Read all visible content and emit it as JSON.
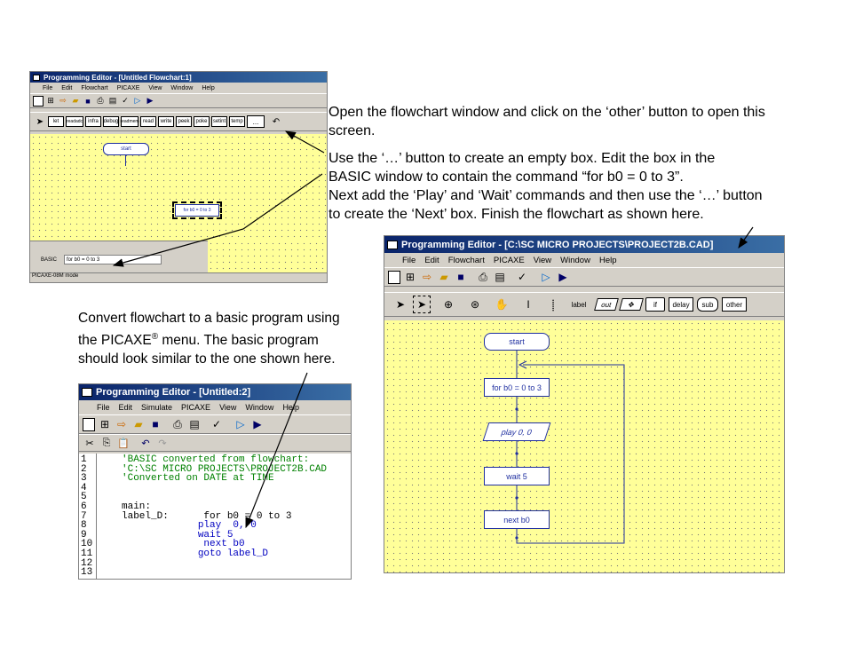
{
  "notes": {
    "open": "Open the flowchart window and click on the ‘other’ button to open this screen.",
    "use": "Use the ‘…’ button to create an empty box. Edit the box in the BASIC window to contain the command “for b0 = 0 to 3”.",
    "next": "Next add the ‘Play’ and ‘Wait’ commands and then use the ‘…’ button to create the ‘Next’ box. Finish the flowchart as shown here.",
    "convert_a": "Convert flowchart to a basic program using the PICAXE",
    "convert_reg": "®",
    "convert_b": " menu. The basic program should look similar to the one shown here."
  },
  "win1": {
    "title": "Programming Editor - [Untitled Flowchart:1]",
    "menu": [
      "File",
      "Edit",
      "Flowchart",
      "PICAXE",
      "View",
      "Window",
      "Help"
    ],
    "cmds": [
      "let",
      "readadc",
      "infra",
      "debug",
      "readmem",
      "read",
      "write",
      "peek",
      "poke",
      "setint",
      "temp",
      "..."
    ],
    "start": "start",
    "for_box": "for b0 = 0 to 3",
    "basic_label": "BASIC",
    "basic_value": "for b0 = 0 to 3",
    "status": "PICAXE-08M mode"
  },
  "win2": {
    "title": "Programming Editor - [C:\\SC MICRO PROJECTS\\PROJECT2B.CAD]",
    "menu": [
      "File",
      "Edit",
      "Flowchart",
      "PICAXE",
      "View",
      "Window",
      "Help"
    ],
    "cmds": [
      "label",
      "out",
      "if",
      "delay",
      "sub",
      "other"
    ],
    "boxes": [
      "start",
      "for b0 = 0 to 3",
      "play  0, 0",
      "wait 5",
      "next b0"
    ]
  },
  "win3": {
    "title": "Programming Editor - [Untitled:2]",
    "menu": [
      "File",
      "Edit",
      "Simulate",
      "PICAXE",
      "View",
      "Window",
      "Help"
    ],
    "lines": [
      {
        "n": "1",
        "t": "'BASIC converted from flowchart:",
        "c": "#008000"
      },
      {
        "n": "2",
        "t": "'C:\\SC MICRO PROJECTS\\PROJECT2B.CAD",
        "c": "#008000"
      },
      {
        "n": "3",
        "t": "'Converted on DATE at TIME",
        "c": "#008000"
      },
      {
        "n": "4",
        "t": "",
        "c": "#000000"
      },
      {
        "n": "5",
        "t": "",
        "c": "#000000"
      },
      {
        "n": "6",
        "t": "main:",
        "c": "#000000"
      },
      {
        "n": "7",
        "t": "label_D:      for b0 = 0 to 3",
        "c": "#000000"
      },
      {
        "n": "8",
        "t": "             play  0, 0",
        "c": "#0000c0"
      },
      {
        "n": "9",
        "t": "             wait 5",
        "c": "#0000c0"
      },
      {
        "n": "10",
        "t": "              next b0",
        "c": "#0000c0"
      },
      {
        "n": "11",
        "t": "             goto label_D",
        "c": "#0000c0"
      },
      {
        "n": "12",
        "t": "",
        "c": "#000000"
      },
      {
        "n": "13",
        "t": "",
        "c": "#000000"
      }
    ]
  }
}
